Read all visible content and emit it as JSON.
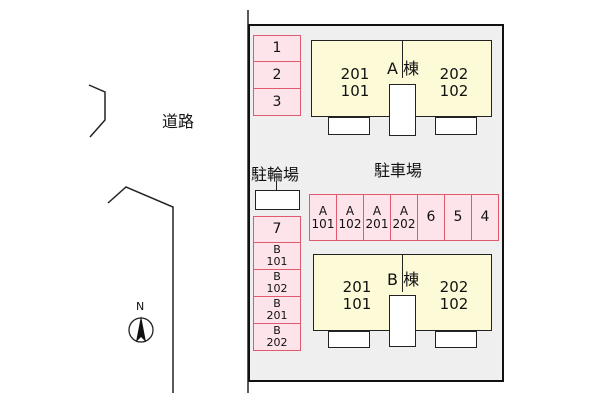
{
  "labels": {
    "road": "道路",
    "parking": "駐車場",
    "bicycle_parking": "駐輪場",
    "building_a": "A 棟",
    "building_b": "B 棟",
    "north": "N"
  },
  "building_a_units": {
    "left_top": "201",
    "left_bottom": "101",
    "right_top": "202",
    "right_bottom": "102"
  },
  "building_b_units": {
    "left_top": "201",
    "left_bottom": "101",
    "right_top": "202",
    "right_bottom": "102"
  },
  "left_top_stalls": [
    "1",
    "2",
    "3"
  ],
  "left_bottom_stalls": [
    {
      "line1": "7",
      "line2": ""
    },
    {
      "line1": "B",
      "line2": "101"
    },
    {
      "line1": "B",
      "line2": "102"
    },
    {
      "line1": "B",
      "line2": "201"
    },
    {
      "line1": "B",
      "line2": "202"
    }
  ],
  "middle_stalls": [
    {
      "line1": "A",
      "line2": "101"
    },
    {
      "line1": "A",
      "line2": "102"
    },
    {
      "line1": "A",
      "line2": "201"
    },
    {
      "line1": "A",
      "line2": "202"
    },
    {
      "line1": "6",
      "line2": ""
    },
    {
      "line1": "5",
      "line2": ""
    },
    {
      "line1": "4",
      "line2": ""
    }
  ],
  "colors": {
    "stall_fill": "#fde3ea",
    "stall_border": "#e05a6e",
    "building_fill": "#fdfad8",
    "lot_fill": "#efefef"
  }
}
